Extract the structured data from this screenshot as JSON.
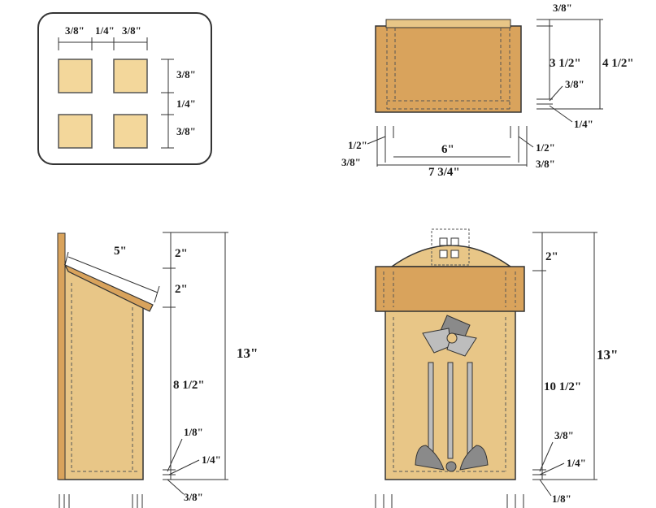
{
  "colors": {
    "wood": "#e8c687",
    "wood_dark": "#d9a35c",
    "wood_light": "#f3d79b",
    "outline": "#333333",
    "dashed": "#555555",
    "ornament": "#8a8a8a",
    "ornament_light": "#bdbdbd"
  },
  "detail_window": {
    "top": [
      "3/8\"",
      "1/4\"",
      "3/8\""
    ],
    "right": [
      "3/8\"",
      "1/4\"",
      "3/8\""
    ]
  },
  "roof_detail": {
    "top": "3/8\"",
    "height_inner": "3 1/2\"",
    "height_outer": "4 1/2\"",
    "mid": "3/8\"",
    "bottom": "1/4\"",
    "left_a": "1/2\"",
    "left_b": "3/8\"",
    "right_a": "1/2\"",
    "right_b": "3/8\"",
    "width_inner": "6\"",
    "width_outer": "7 3/4\""
  },
  "side_view": {
    "roof_len": "5\"",
    "seg1": "2\"",
    "seg2": "2\"",
    "body": "8 1/2\"",
    "total": "13\"",
    "b1": "1/8\"",
    "b2": "1/4\"",
    "b3": "3/8\""
  },
  "front_view": {
    "top": "2\"",
    "body": "10 1/2\"",
    "total": "13\"",
    "b1": "3/8\"",
    "b2": "1/4\"",
    "b3": "1/8\""
  }
}
